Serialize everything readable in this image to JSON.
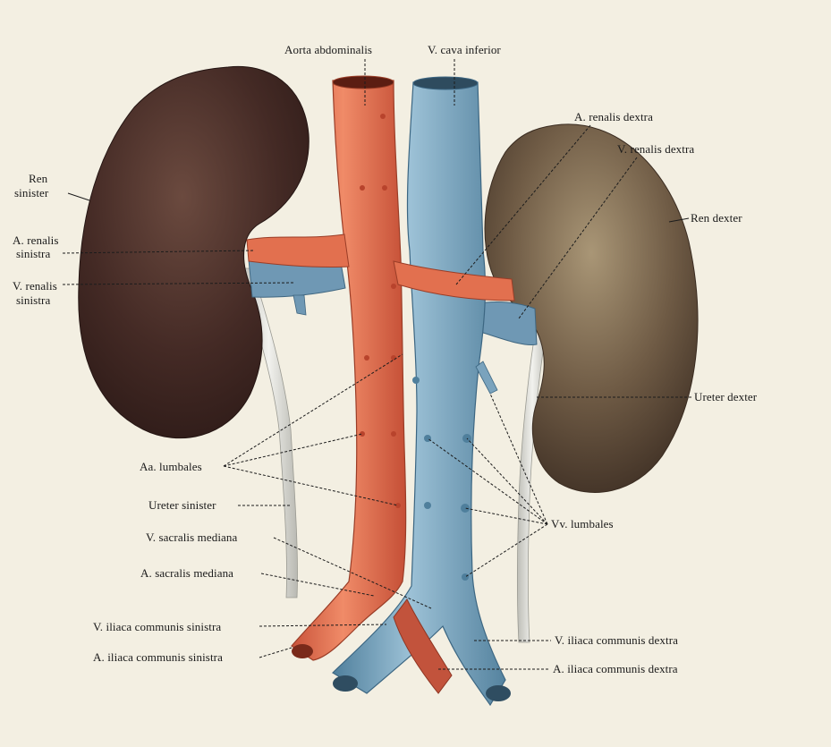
{
  "labels": {
    "aorta_abdominalis": "Aorta abdominalis",
    "v_cava_inferior": "V. cava inferior",
    "a_renalis_dextra": "A. renalis dextra",
    "v_renalis_dextra": "V. renalis dextra",
    "ren_dexter": "Ren dexter",
    "ren_sinister_1": "Ren",
    "ren_sinister_2": "sinister",
    "a_renalis_sinistra_1": "A. renalis",
    "a_renalis_sinistra_2": "sinistra",
    "v_renalis_sinistra_1": "V. renalis",
    "v_renalis_sinistra_2": "sinistra",
    "ureter_dexter": "Ureter dexter",
    "aa_lumbales": "Aa. lumbales",
    "ureter_sinister": "Ureter sinister",
    "vv_lumbales": "Vv. lumbales",
    "v_sacralis_mediana": "V. sacralis mediana",
    "a_sacralis_mediana": "A. sacralis mediana",
    "v_iliaca_communis_sinistra": "V. iliaca communis sinistra",
    "a_iliaca_communis_sinistra": "A. iliaca communis sinistra",
    "v_iliaca_communis_dextra": "V. iliaca communis dextra",
    "a_iliaca_communis_dextra": "A. iliaca communis dextra"
  },
  "colors": {
    "background": "#f3efe2",
    "kidney_left": "#4a2f2a",
    "kidney_right": "#6e5a45",
    "aorta": "#e2704f",
    "vena_cava": "#7aa3bd",
    "ureter": "#d9d9d4"
  }
}
